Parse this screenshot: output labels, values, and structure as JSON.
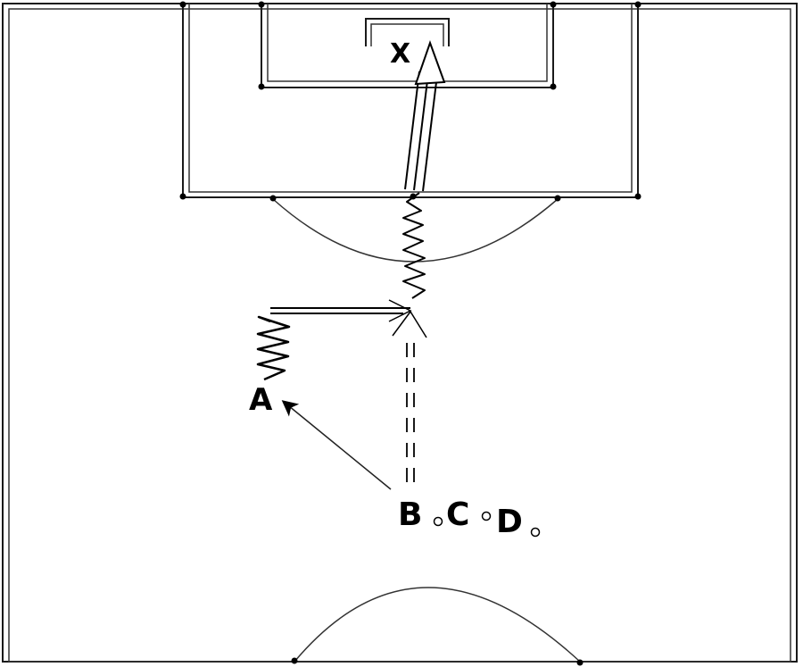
{
  "diagram": {
    "players": {
      "x": "X",
      "a": "A",
      "b": "B",
      "c": "C",
      "d": "D"
    }
  }
}
